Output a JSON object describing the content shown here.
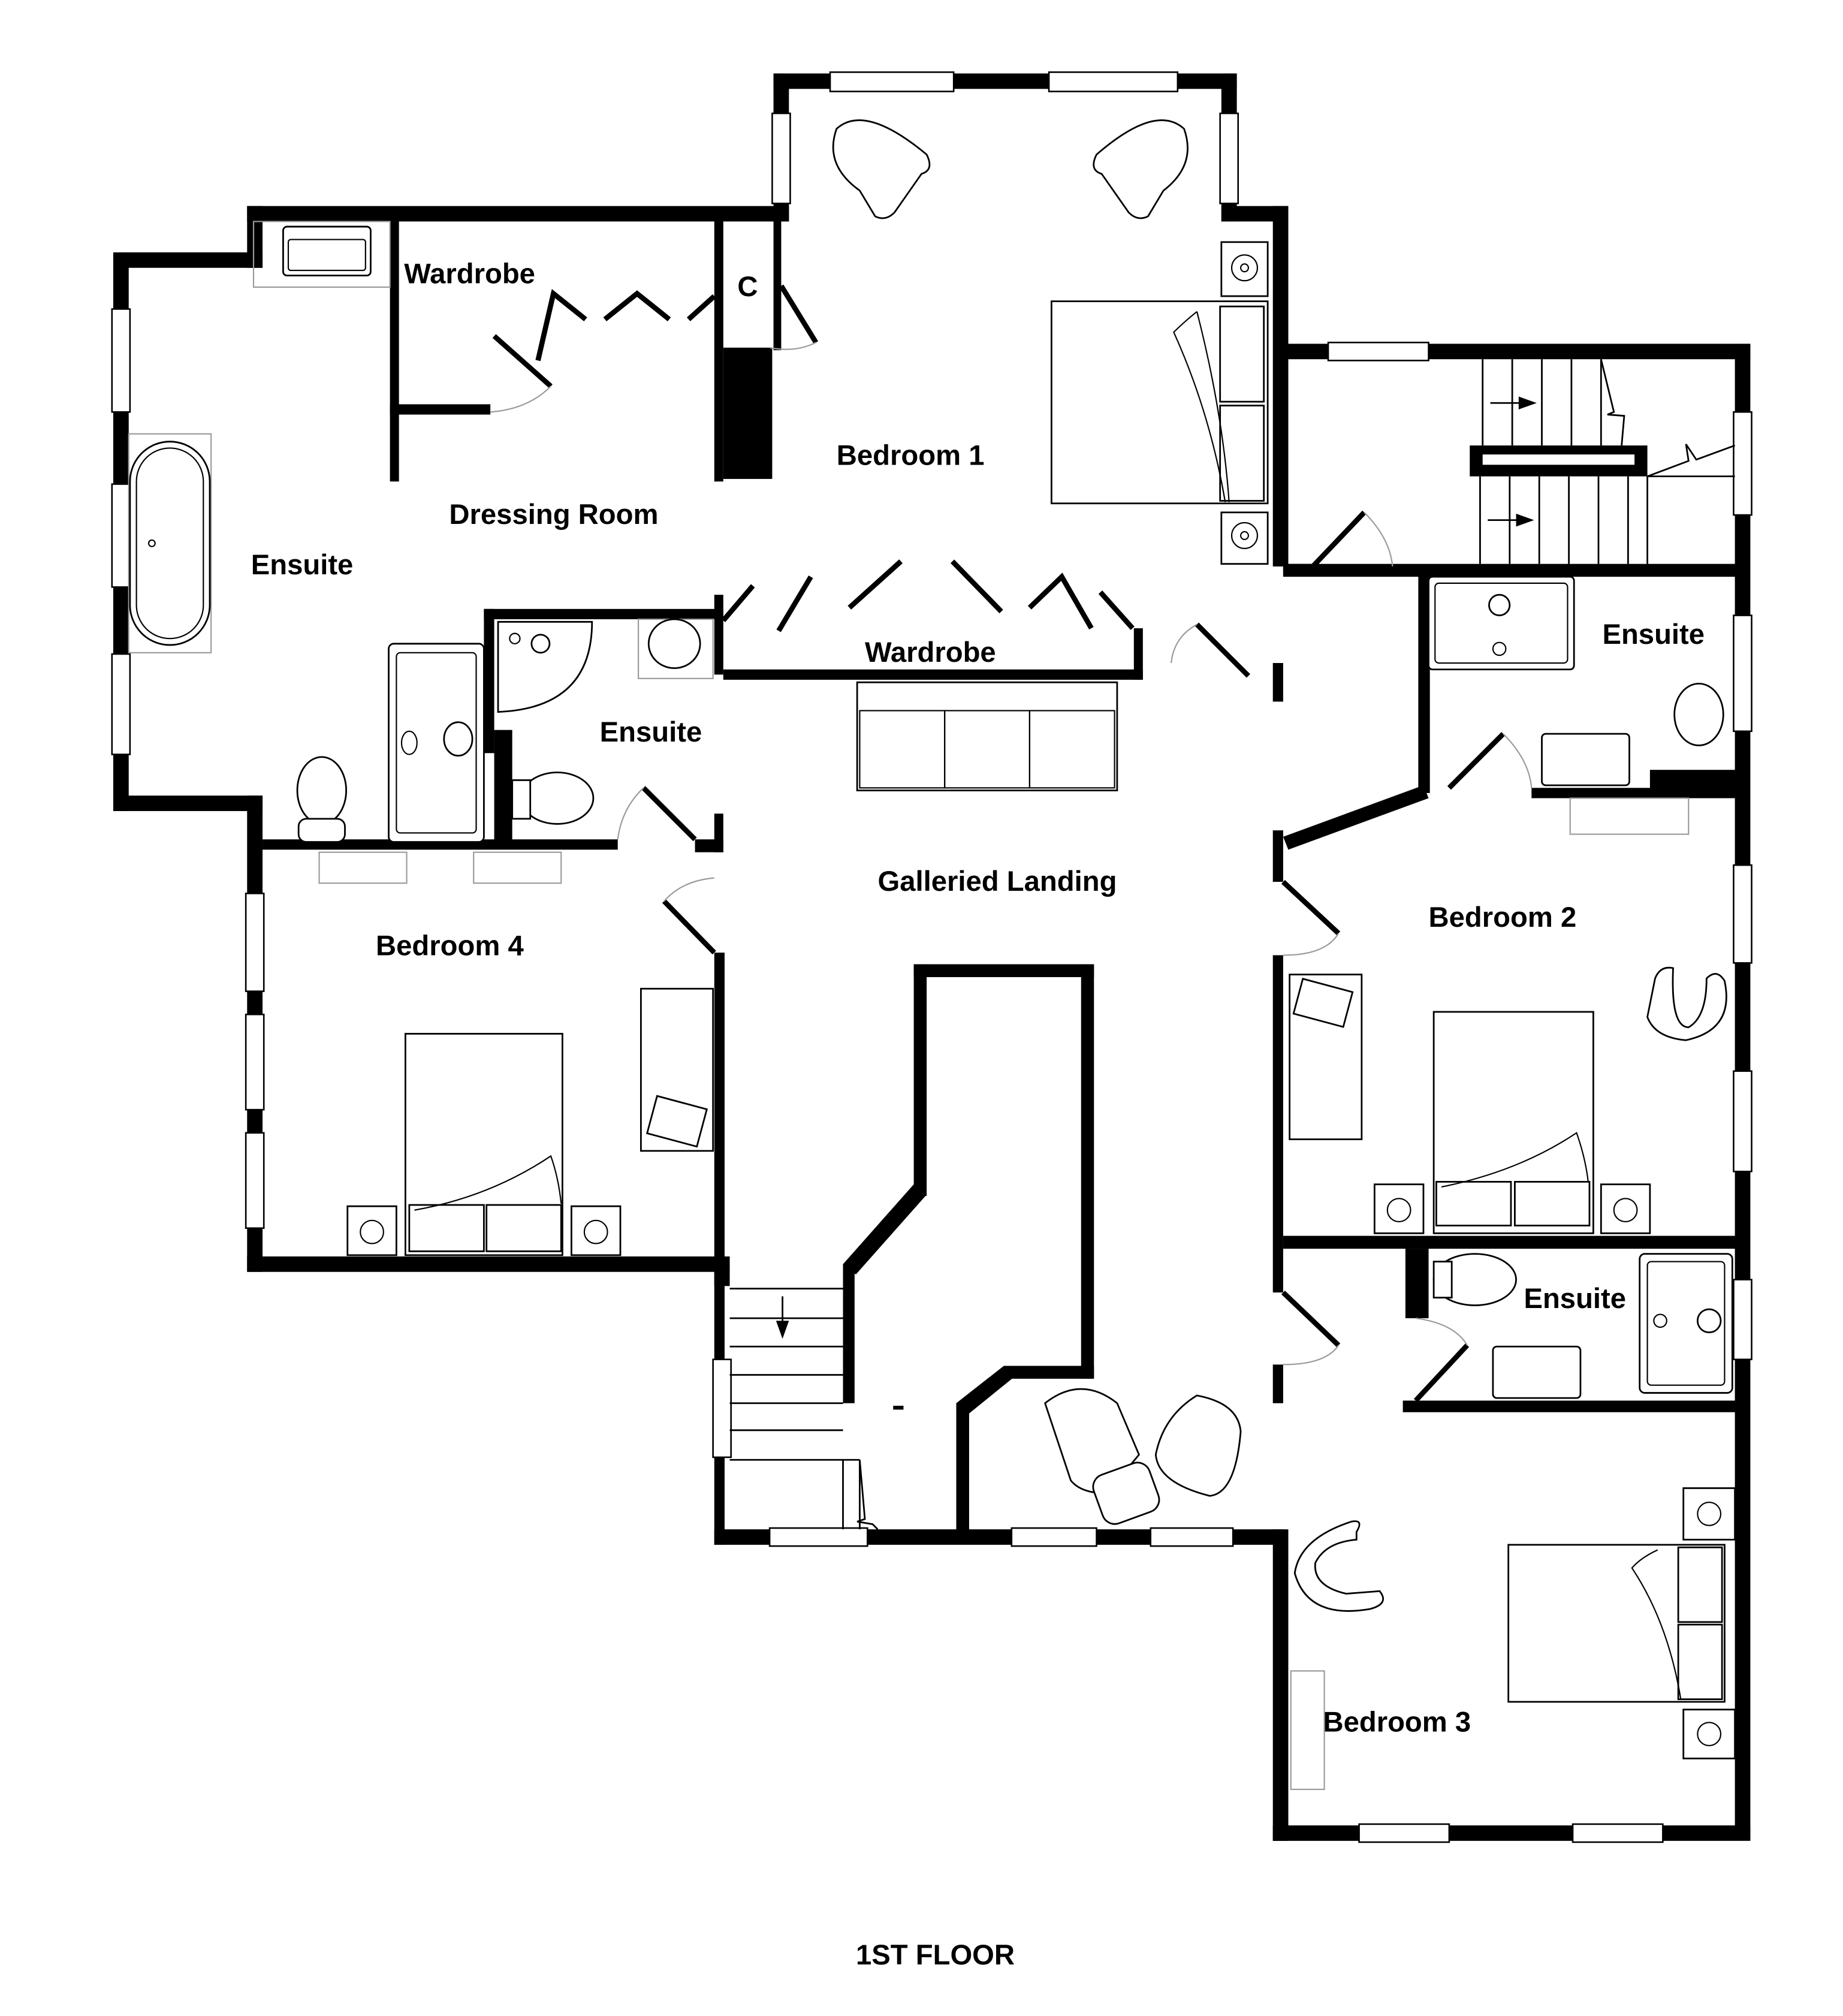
{
  "floor": {
    "title": "1ST FLOOR"
  },
  "rooms": {
    "bedroom_1": "Bedroom 1",
    "bedroom_2": "Bedroom 2",
    "bedroom_3": "Bedroom 3",
    "bedroom_4": "Bedroom 4",
    "dressing_room": "Dressing Room",
    "wardrobe_top": "Wardrobe",
    "wardrobe_landing": "Wardrobe",
    "cupboard": "C",
    "ensuite_main": "Ensuite",
    "ensuite_bed4": "Ensuite",
    "ensuite_bed2": "Ensuite",
    "ensuite_bed3": "Ensuite",
    "landing": "Galleried Landing"
  },
  "colors": {
    "wall": "#000000",
    "background": "#ffffff",
    "door_swing": "#9a9a9a"
  }
}
